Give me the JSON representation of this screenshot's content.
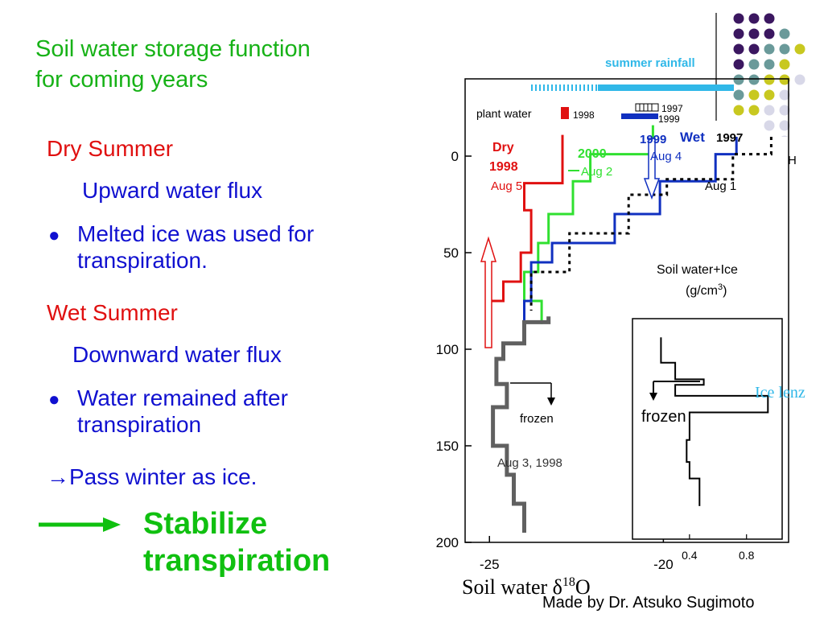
{
  "title": [
    "Soil water storage function",
    "for coming years"
  ],
  "bullets": {
    "dry_summer": "Dry Summer",
    "upward": "Upward water flux",
    "melted": [
      "Melted ice was used for",
      "transpiration."
    ],
    "wet_summer": "Wet Summer",
    "downward": "Downward water flux",
    "remained": [
      "Water remained after",
      "transpiration"
    ],
    "pass_winter": "Pass winter as ice.",
    "pass_arrow": "→"
  },
  "conclusion": [
    "Stabilize",
    "transpiration"
  ],
  "credit": "Made by Dr. Atsuko Sugimoto",
  "colors": {
    "dry": "#e01010",
    "wet2000": "#30e030",
    "wet1999": "#1030c0",
    "title": "#17b217",
    "rain": "#30b8e8"
  },
  "chart_data": {
    "type": "line",
    "yaxis": {
      "ticks": [
        0,
        50,
        100,
        150,
        200
      ],
      "range": [
        -40,
        200
      ],
      "inverted": true
    },
    "xaxis": {
      "ticks": [
        -25,
        -20
      ],
      "range": [
        -25.7,
        -16.4
      ]
    },
    "xlabel": {
      "prefix": "Soil water ",
      "delta": "δ",
      "sup": "18",
      "suffix": "O"
    },
    "annotations": {
      "summer_rainfall": "summer rainfall",
      "plant_water": "plant water",
      "y1998": "1998",
      "y1997": "1997",
      "y1999": "1999",
      "dry": "Dry",
      "dry_year": "1998",
      "dry_date": "Aug 5",
      "y2000": "2000",
      "aug2": "Aug 2",
      "wet_1999": "1999",
      "wet": "Wet",
      "wet_1997": "1997",
      "aug4": "Aug 4",
      "aug1": "Aug 1",
      "h": "H",
      "soil_ice": "Soil water+Ice",
      "gcm_prefix": "(g/cm",
      "gcm_sup": "3",
      "gcm_suffix": ")",
      "frozen": "frozen",
      "aug3": "Aug 3, 1998"
    },
    "series": [
      {
        "name": "1998",
        "points": [
          [
            -22.9,
            -11
          ],
          [
            -22.9,
            14
          ],
          [
            -24,
            14
          ],
          [
            -24,
            28
          ],
          [
            -23.8,
            28
          ],
          [
            -23.8,
            50
          ],
          [
            -24.1,
            50
          ],
          [
            -24.1,
            65
          ],
          [
            -24.6,
            65
          ],
          [
            -24.6,
            75
          ],
          [
            -25,
            75
          ],
          [
            -25,
            88
          ]
        ]
      },
      {
        "name": "2000",
        "points": [
          [
            -20.3,
            -16
          ],
          [
            -20.3,
            -1
          ],
          [
            -22.1,
            -1
          ],
          [
            -22.1,
            13
          ],
          [
            -22.6,
            13
          ],
          [
            -22.6,
            30
          ],
          [
            -23.3,
            30
          ],
          [
            -23.3,
            45
          ],
          [
            -23.6,
            45
          ],
          [
            -23.6,
            60
          ],
          [
            -24,
            60
          ],
          [
            -24,
            75
          ],
          [
            -23.5,
            75
          ],
          [
            -23.5,
            87
          ]
        ]
      },
      {
        "name": "1999",
        "points": [
          [
            -17.9,
            -10
          ],
          [
            -17.9,
            -1
          ],
          [
            -18.5,
            -1
          ],
          [
            -18.5,
            13
          ],
          [
            -20.1,
            13
          ],
          [
            -20.1,
            30
          ],
          [
            -21.4,
            30
          ],
          [
            -21.4,
            45
          ],
          [
            -23.2,
            45
          ],
          [
            -23.2,
            55
          ],
          [
            -23.8,
            55
          ],
          [
            -23.8,
            75
          ],
          [
            -24,
            75
          ],
          [
            -24,
            87
          ]
        ]
      },
      {
        "name": "1997",
        "points": [
          [
            -16.9,
            -10
          ],
          [
            -16.9,
            -1
          ],
          [
            -18,
            -1
          ],
          [
            -18,
            12
          ],
          [
            -19.9,
            12
          ],
          [
            -19.9,
            20
          ],
          [
            -21,
            20
          ],
          [
            -21,
            40
          ],
          [
            -22.7,
            40
          ],
          [
            -22.7,
            60
          ],
          [
            -23.8,
            60
          ],
          [
            -23.8,
            80
          ]
        ]
      },
      {
        "name": "Aug 3, 1998",
        "points": [
          [
            -23.3,
            83
          ],
          [
            -23.3,
            86
          ],
          [
            -24,
            86
          ],
          [
            -24,
            97
          ],
          [
            -24.6,
            97
          ],
          [
            -24.6,
            105
          ],
          [
            -24.8,
            105
          ],
          [
            -24.8,
            118
          ],
          [
            -24.5,
            118
          ],
          [
            -24.5,
            130
          ],
          [
            -24.9,
            130
          ],
          [
            -24.9,
            150
          ],
          [
            -24.5,
            150
          ],
          [
            -24.5,
            165
          ],
          [
            -24.3,
            165
          ],
          [
            -24.3,
            180
          ],
          [
            -24,
            180
          ],
          [
            -24,
            195
          ]
        ]
      }
    ],
    "inset": {
      "xticks": [
        0.4,
        0.8
      ],
      "xrange": [
        0,
        1.05
      ],
      "yrange": [
        0,
        200
      ],
      "ice_lenz": "Ice lenz",
      "frozen": "frozen",
      "points": [
        [
          0.2,
          17
        ],
        [
          0.2,
          40
        ],
        [
          0.3,
          40
        ],
        [
          0.3,
          55
        ],
        [
          0.5,
          55
        ],
        [
          0.5,
          60
        ],
        [
          0.3,
          60
        ],
        [
          0.3,
          70
        ],
        [
          0.95,
          70
        ],
        [
          0.95,
          85
        ],
        [
          0.4,
          85
        ],
        [
          0.4,
          110
        ],
        [
          0.38,
          110
        ],
        [
          0.38,
          130
        ],
        [
          0.4,
          130
        ],
        [
          0.4,
          145
        ],
        [
          0.47,
          145
        ],
        [
          0.47,
          170
        ]
      ]
    },
    "legend": null
  }
}
